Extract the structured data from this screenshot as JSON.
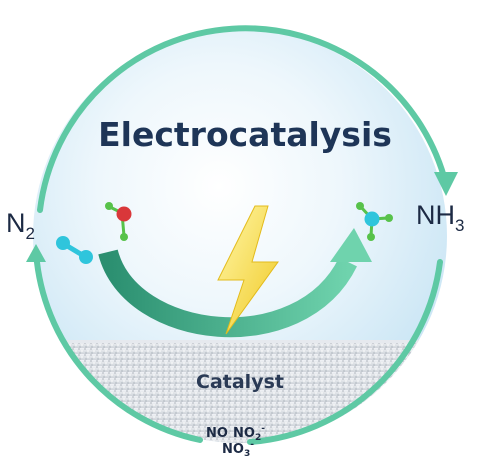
{
  "title": "Electrocatalysis",
  "reactant": {
    "base": "N",
    "sub": "2"
  },
  "product": {
    "base": "NH",
    "sub": "3"
  },
  "surface_label": "Catalyst",
  "nox": {
    "no": "NO",
    "no2_base": "NO",
    "no2_sub": "2",
    "no2_sup": "-",
    "no3_base": "NO",
    "no3_sub": "3",
    "no3_sup": "-"
  },
  "colors": {
    "cycle_arrow": "#5ec9a4",
    "inner_arrow": "#2f9a78",
    "bubble": "#cfe9f7",
    "lightning": "#f6e24a",
    "nitrogen_atom": "#2fc5dc",
    "oxygen_atom": "#d9373a",
    "hydrogen_atom": "#57c24a"
  },
  "icons": [
    "lightning-bolt-icon",
    "n2-molecule-icon",
    "water-molecule-icon",
    "ammonia-molecule-icon"
  ]
}
